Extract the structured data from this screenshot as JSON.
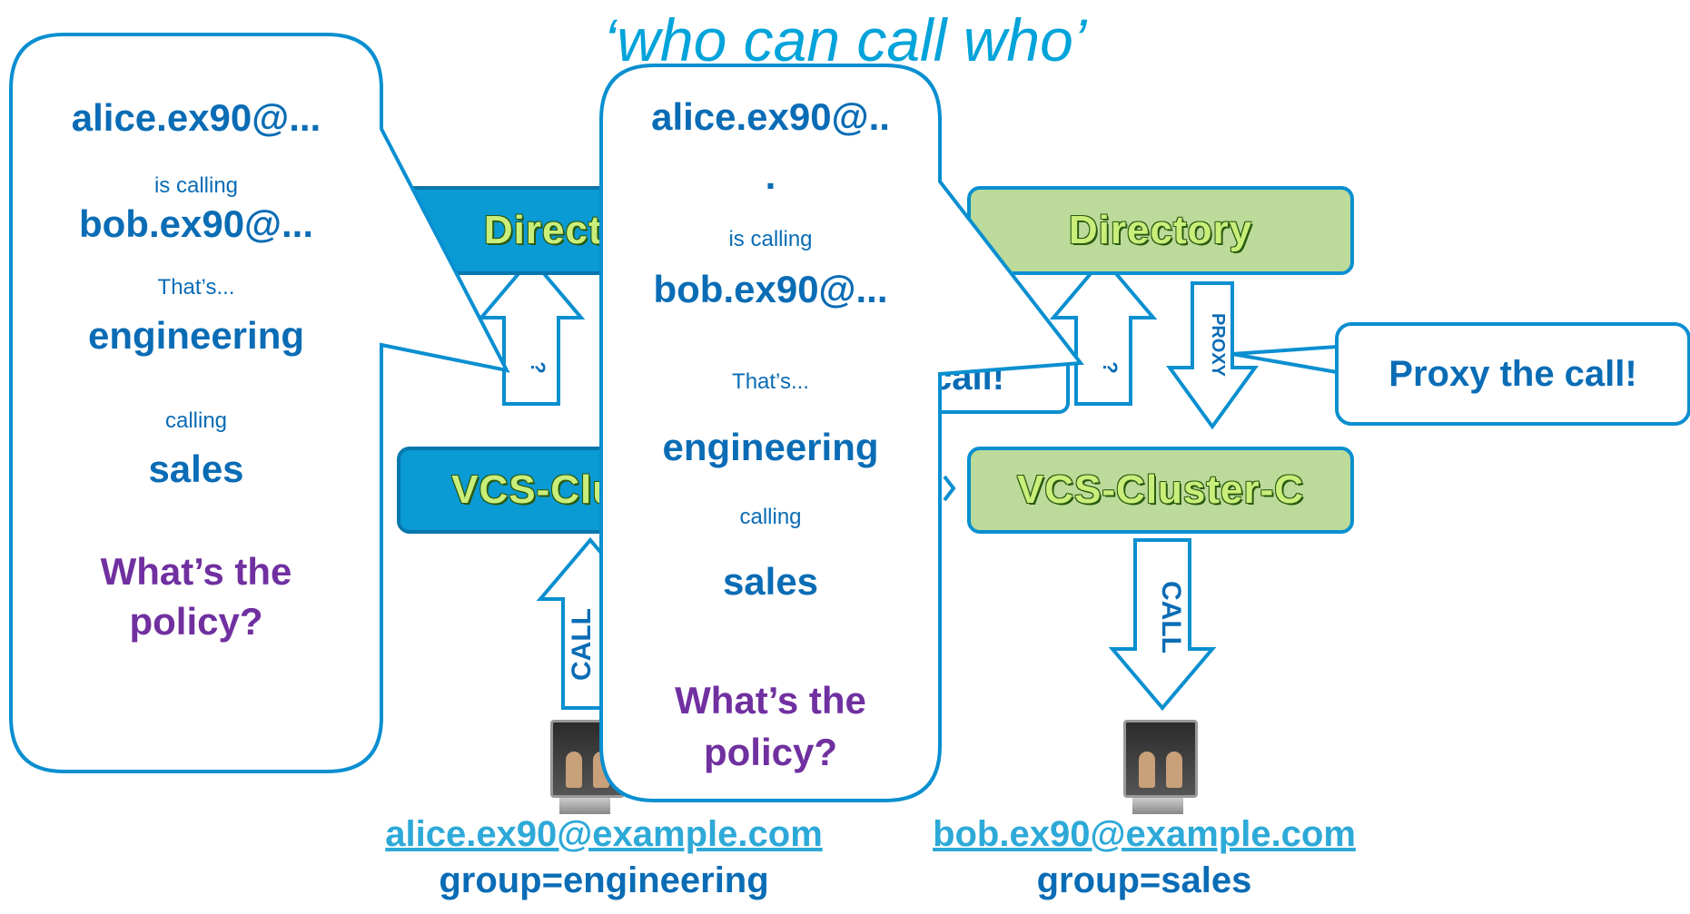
{
  "title": "‘who can call who’",
  "nodes": {
    "directory_left": "Directory",
    "directory_right": "Directory",
    "vcs_left": "VCS-Cluster",
    "vcs_right": "VCS-Cluster-C"
  },
  "arrows": {
    "query_left": "?",
    "query_right": "?",
    "proxy": "PROXY",
    "call_left": "CALL",
    "call_right": "CALL"
  },
  "callouts": {
    "proxy_right": "Proxy the call!",
    "proxy_partial": "call!"
  },
  "bubble_left": {
    "caller": "alice.ex90@...",
    "is_calling": "is calling",
    "callee": "bob.ex90@...",
    "thats": "That’s...",
    "group_from": "engineering",
    "calling": "calling",
    "group_to": "sales",
    "question_line1": "What’s the",
    "question_line2": "policy?"
  },
  "bubble_center": {
    "caller": "alice.ex90@..",
    "caller_cont": ".",
    "is_calling": "is calling",
    "callee": "bob.ex90@...",
    "thats": "That’s...",
    "group_from": "engineering",
    "calling": "calling",
    "group_to": "sales",
    "question_line1": "What’s the",
    "question_line2": "policy?"
  },
  "endpoints": {
    "alice": {
      "email": "alice.ex90@example.com",
      "group": "group=engineering"
    },
    "bob": {
      "email": "bob.ex90@example.com",
      "group": "group=sales"
    }
  },
  "colors": {
    "accent_blue": "#0a8fd0",
    "node_blue": "#0a9ad4",
    "node_green": "#bcdb9a",
    "text_blue": "#0a6cb5",
    "purple": "#7030a0"
  }
}
